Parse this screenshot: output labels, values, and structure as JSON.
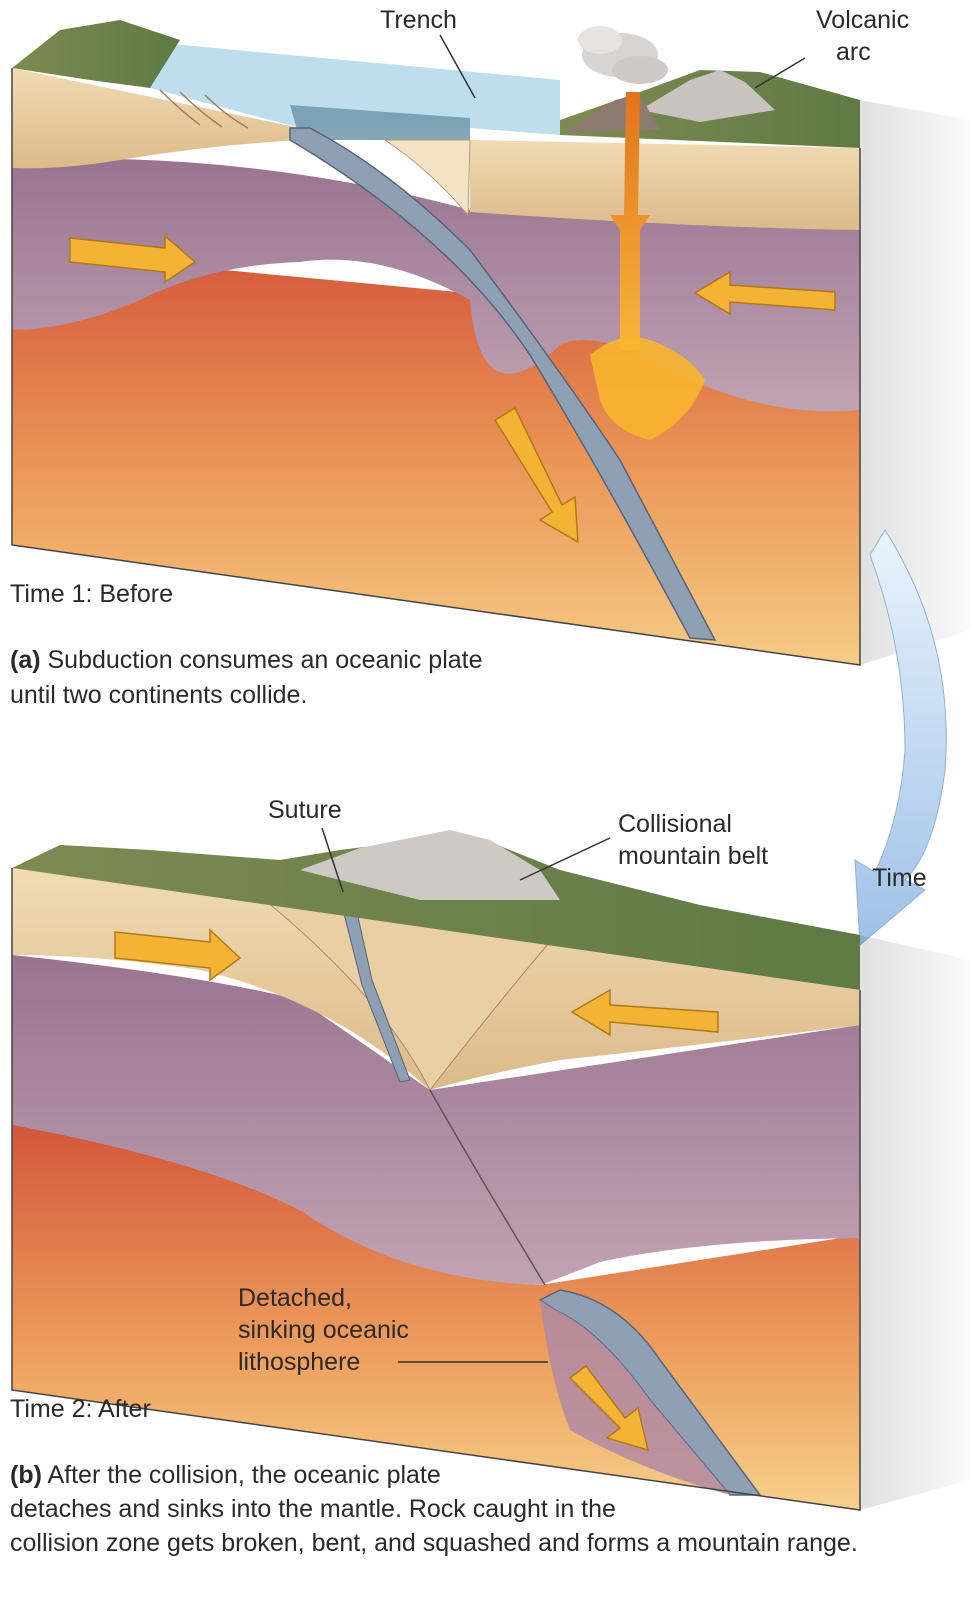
{
  "panel_a": {
    "labels": {
      "trench": "Trench",
      "volcanic_arc_line1": "Volcanic",
      "volcanic_arc_line2": "arc"
    },
    "time_label": "Time 1: Before",
    "caption_tag": "(a)",
    "caption_line1": " Subduction consumes an oceanic plate",
    "caption_line2": "until two continents collide."
  },
  "time_arrow": {
    "label": "Time"
  },
  "panel_b": {
    "labels": {
      "suture": "Suture",
      "belt_line1": "Collisional",
      "belt_line2": "mountain belt",
      "detached_line1": "Detached,",
      "detached_line2": "sinking oceanic",
      "detached_line3": "lithosphere"
    },
    "time_label": "Time 2: After",
    "caption_tag": "(b)",
    "caption_line1": " After the collision, the oceanic plate",
    "caption_line2": "detaches and sinks into the mantle. Rock caught in the",
    "caption_line3": "collision zone gets broken, bent, and squashed and forms a mountain range."
  },
  "colors": {
    "crust": "#e6c89a",
    "lithosphere": "#a77f9a",
    "asthenosphere_top": "#d4583a",
    "asthenosphere_bottom": "#f3c27a",
    "ocean": "#bcdcec",
    "oceanic_slab": "#8f9fb4",
    "arrow": "#f5b335",
    "magma": "#f28a1e",
    "time_arrow": "#a9c8ea"
  }
}
